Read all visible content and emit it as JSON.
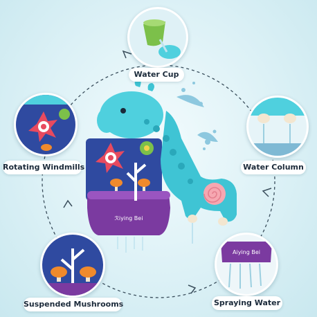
{
  "brand": "Aiying Bei",
  "features": [
    {
      "label": "Water Cup"
    },
    {
      "label": "Rotating Windmills"
    },
    {
      "label": "Water Column"
    },
    {
      "label": "Suspended Mushrooms"
    },
    {
      "label": "Spraying Water"
    }
  ],
  "colors": {
    "background": "#dcf1f6",
    "dino_body": "#3fc4d4",
    "dino_spots": "#2aa8ba",
    "base_purple": "#7b3aa0",
    "windmill_red": "#e84a5f",
    "gear_green": "#7cc04a",
    "mushroom_orange": "#f08a2c",
    "panel_blue": "#2f4aa0",
    "label_text": "#1b2a3a"
  }
}
